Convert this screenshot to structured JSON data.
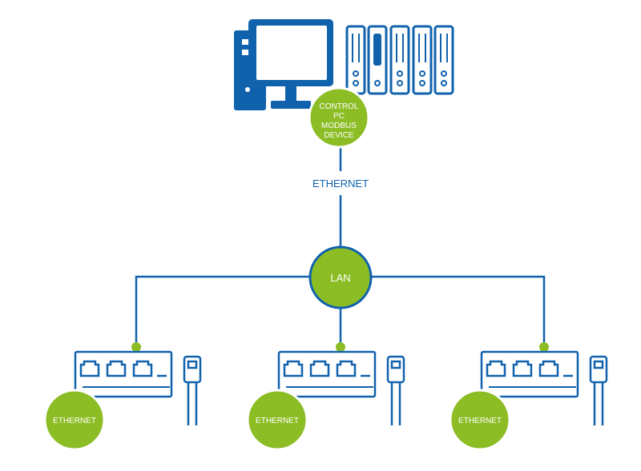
{
  "colors": {
    "blue": "#1162ad",
    "green": "#8cbd25",
    "white": "#ffffff"
  },
  "control": {
    "badge_line1": "CONTROL",
    "badge_line2": "PC",
    "badge_line3": "MODBUS",
    "badge_line4": "DEVICE",
    "icons": [
      "desktop-computer-icon",
      "server-rack-icon"
    ]
  },
  "link_label": "ETHERNET",
  "hub": {
    "label": "LAN"
  },
  "nodes": [
    {
      "badge": "ETHERNET",
      "icons": [
        "ethernet-switch-icon",
        "rj45-connector-icon"
      ]
    },
    {
      "badge": "ETHERNET",
      "icons": [
        "ethernet-switch-icon",
        "rj45-connector-icon"
      ]
    },
    {
      "badge": "ETHERNET",
      "icons": [
        "ethernet-switch-icon",
        "rj45-connector-icon"
      ]
    }
  ]
}
